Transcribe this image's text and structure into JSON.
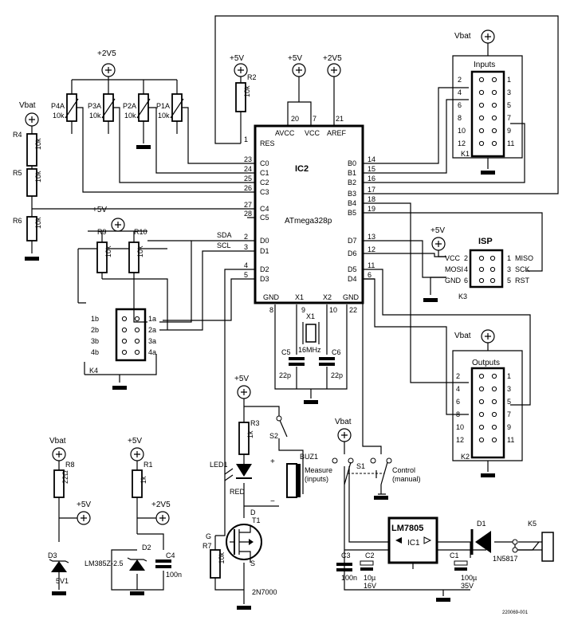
{
  "ic2": {
    "name": "IC2",
    "part": "ATmega328p",
    "left_pins": [
      {
        "label": "RES",
        "num": "1"
      },
      {
        "label": "C0",
        "num": "23"
      },
      {
        "label": "C1",
        "num": "24"
      },
      {
        "label": "C2",
        "num": "25"
      },
      {
        "label": "C3",
        "num": "26"
      },
      {
        "label": "C4",
        "num": "27"
      },
      {
        "label": "C5",
        "num": "28"
      },
      {
        "label": "D0",
        "num": "2"
      },
      {
        "label": "D1",
        "num": "3"
      },
      {
        "label": "D2",
        "num": "4"
      },
      {
        "label": "D3",
        "num": "5"
      }
    ],
    "right_pins": [
      {
        "label": "B0",
        "num": "14"
      },
      {
        "label": "B1",
        "num": "15"
      },
      {
        "label": "B2",
        "num": "16"
      },
      {
        "label": "B3",
        "num": "17"
      },
      {
        "label": "B4",
        "num": "18"
      },
      {
        "label": "B5",
        "num": "19"
      },
      {
        "label": "D7",
        "num": "13"
      },
      {
        "label": "D6",
        "num": "12"
      },
      {
        "label": "D5",
        "num": "11"
      },
      {
        "label": "D4",
        "num": "6"
      }
    ],
    "top_pins": [
      {
        "label": "AVCC",
        "num": "20"
      },
      {
        "label": "VCC",
        "num": "7"
      },
      {
        "label": "AREF",
        "num": "21"
      }
    ],
    "bottom_pins": [
      {
        "label": "GND",
        "num": "8"
      },
      {
        "label": "X1",
        "num": "9"
      },
      {
        "label": "X2",
        "num": "10"
      },
      {
        "label": "GND",
        "num": "22"
      }
    ]
  },
  "rails": {
    "vbat": "Vbat",
    "p5v": "+5V",
    "p2v5": "+2V5"
  },
  "pots": [
    {
      "name": "P4A",
      "value": "10k"
    },
    {
      "name": "P3A",
      "value": "10k"
    },
    {
      "name": "P2A",
      "value": "10k"
    },
    {
      "name": "P1A",
      "value": "10k"
    }
  ],
  "resistors": {
    "r1": {
      "name": "R1",
      "value": "1k"
    },
    "r2": {
      "name": "R2",
      "value": "10k"
    },
    "r3": {
      "name": "R3",
      "value": "1k"
    },
    "r4": {
      "name": "R4",
      "value": "10k"
    },
    "r5": {
      "name": "R5",
      "value": "10k"
    },
    "r6": {
      "name": "R6",
      "value": "10k"
    },
    "r7": {
      "name": "R7",
      "value": "10k"
    },
    "r8": {
      "name": "R8",
      "value": "22Ω"
    },
    "r9": {
      "name": "R9",
      "value": "10k"
    },
    "r10": {
      "name": "R10",
      "value": "10k"
    }
  },
  "bus": {
    "sda": "SDA",
    "scl": "SCL"
  },
  "k4": {
    "name": "K4",
    "left": [
      "1b",
      "2b",
      "3b",
      "4b"
    ],
    "right": [
      "1a",
      "2a",
      "3a",
      "4a"
    ]
  },
  "inputs_header": {
    "title": "Inputs",
    "name": "K1",
    "left": [
      "2",
      "4",
      "6",
      "8",
      "10",
      "12"
    ],
    "right": [
      "1",
      "3",
      "5",
      "7",
      "9",
      "11"
    ]
  },
  "outputs_header": {
    "title": "Outputs",
    "name": "K2",
    "left": [
      "2",
      "4",
      "6",
      "8",
      "10",
      "12"
    ],
    "right": [
      "1",
      "3",
      "5",
      "7",
      "9",
      "11"
    ]
  },
  "isp": {
    "title": "ISP",
    "name": "K3",
    "left": [
      {
        "label": "VCC",
        "num": "2"
      },
      {
        "label": "MOSI",
        "num": "4"
      },
      {
        "label": "GND",
        "num": "6"
      }
    ],
    "right": [
      {
        "label": "MISO",
        "num": "1"
      },
      {
        "label": "SCK",
        "num": "3"
      },
      {
        "label": "RST",
        "num": "5"
      }
    ]
  },
  "crystal": {
    "name": "X1",
    "freq": "16MHz"
  },
  "caps": {
    "c5": {
      "name": "C5",
      "value": "22p"
    },
    "c6": {
      "name": "C6",
      "value": "22p"
    },
    "c4": {
      "name": "C4",
      "value": "100n"
    },
    "c3": {
      "name": "C3",
      "value": "100n"
    },
    "c2": {
      "name": "C2",
      "value": "10µ",
      "voltage": "16V"
    },
    "c1": {
      "name": "C1",
      "value": "100µ",
      "voltage": "35V"
    }
  },
  "led": {
    "name": "LED1",
    "color": "RED"
  },
  "s2": {
    "name": "S2"
  },
  "buz": {
    "name": "BUZ1",
    "plus": "+",
    "minus": "−"
  },
  "mosfet": {
    "name": "T1",
    "part": "2N7000",
    "g": "G",
    "d": "D",
    "s": "S"
  },
  "zeners": {
    "d3": {
      "name": "D3",
      "value": "5V1"
    },
    "d2": {
      "name": "D2",
      "part": "LM385Z-2.5"
    }
  },
  "switch_s1": {
    "name": "S1",
    "left1": "Measure",
    "left2": "(inputs)",
    "right1": "Control",
    "right2": "(manual)"
  },
  "regulator": {
    "name": "LM7805",
    "ref": "IC1"
  },
  "diode_d1": {
    "name": "D1",
    "part": "1N5817"
  },
  "k5": {
    "name": "K5"
  },
  "footer_code": "220069-001"
}
